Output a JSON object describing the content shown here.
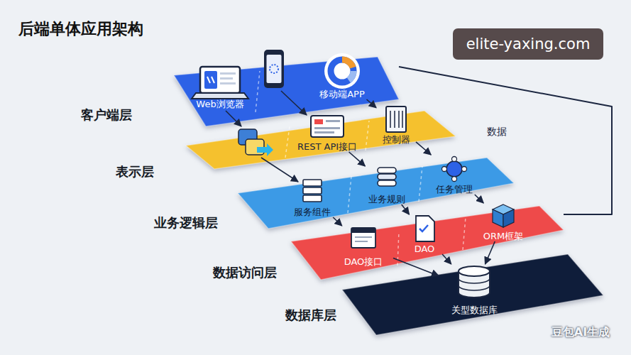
{
  "diagram": {
    "title": "后端单体应用架构",
    "nodes": [
      {
        "text": [
          "客户端层"
        ]
      },
      {
        "text": [
          "Web浏览器"
        ],
        "in": 0
      },
      {
        "text": [
          "移动端APP"
        ],
        "in": 0
      },
      {
        "text": [
          "表示层"
        ]
      },
      {
        "text": [
          "REST API接口"
        ],
        "in": 3
      },
      {
        "text": [
          "控制器"
        ],
        "in": 3
      },
      {
        "text": [
          "业务逻辑层"
        ]
      },
      {
        "text": [
          "服务组件"
        ],
        "in": 6
      },
      {
        "text": [
          "业务规则"
        ],
        "in": 6
      },
      {
        "text": [
          "任务管理"
        ],
        "in": 6
      },
      {
        "text": [
          "数据访问层"
        ]
      },
      {
        "text": [
          "DAO接口"
        ],
        "in": 10
      },
      {
        "text": [
          "DAO"
        ],
        "in": 10
      },
      {
        "text": [
          "ORM框架"
        ],
        "in": 10
      },
      {
        "text": [
          "数据库层"
        ]
      },
      {
        "text": [
          "关型数据库"
        ],
        "in": 14
      }
    ],
    "edges": [
      {
        "from": 2,
        "to": 5,
        "arrow": "to"
      },
      {
        "from": 4,
        "to": 8,
        "arrow": "to"
      },
      {
        "from": 5,
        "to": 9,
        "arrow": "to"
      },
      {
        "from": 7,
        "to": 11,
        "arrow": "to"
      },
      {
        "from": 8,
        "to": 12,
        "arrow": "to"
      },
      {
        "from": 9,
        "to": 13,
        "arrow": "to"
      },
      {
        "from": 11,
        "to": 15,
        "arrow": "to"
      },
      {
        "from": 12,
        "to": 15,
        "arrow": "to"
      },
      {
        "from": 13,
        "to": 15,
        "arrow": "to"
      },
      {
        "from": 0,
        "to": 10,
        "label": "数据",
        "arrow": "none"
      }
    ],
    "labels": [
      "elite-yaxing.com",
      "豆包AI生成"
    ]
  }
}
